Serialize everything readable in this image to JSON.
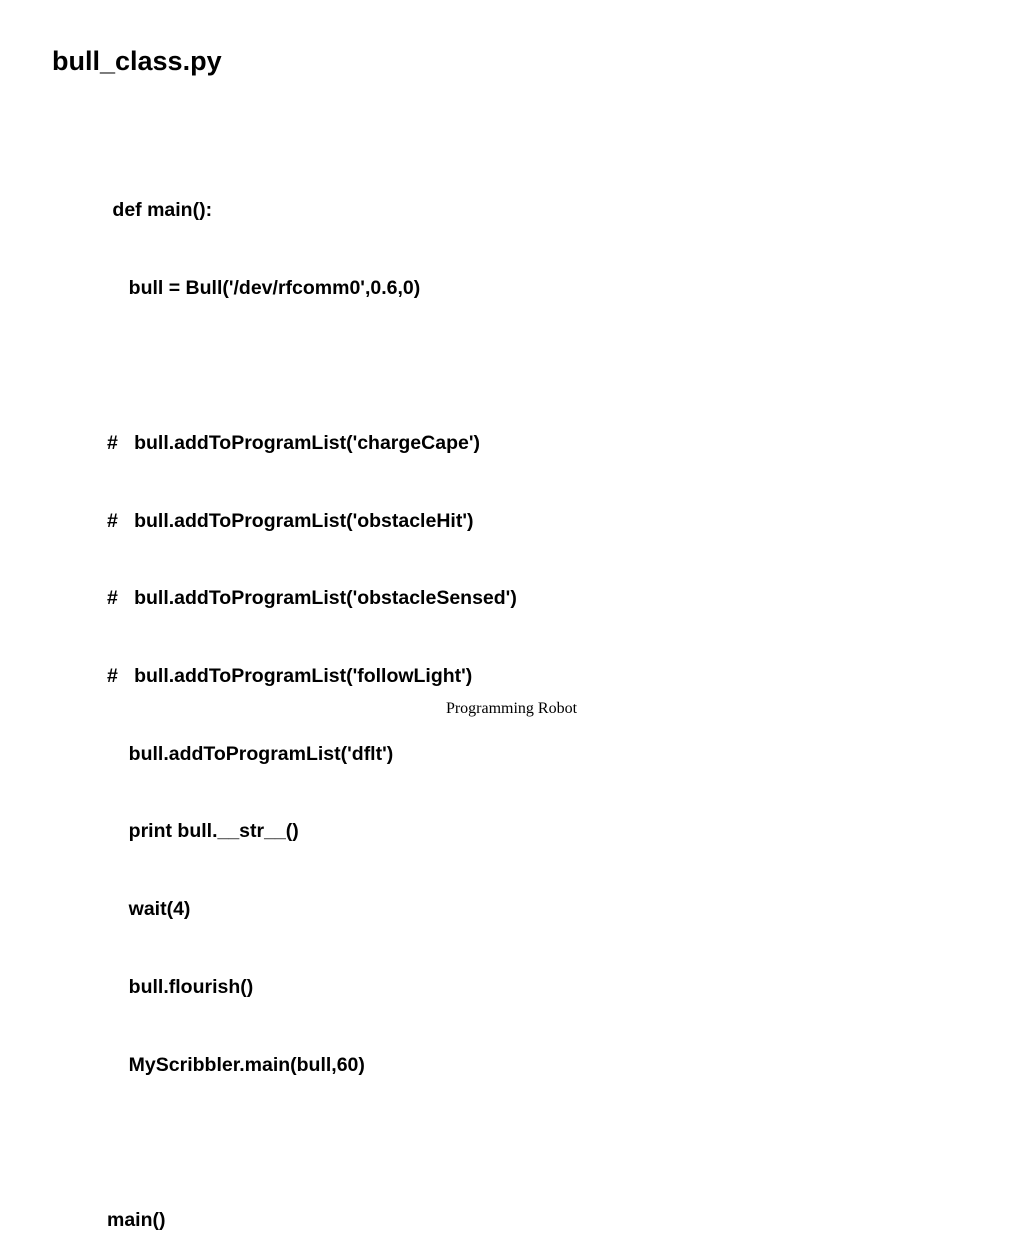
{
  "slide": {
    "title": "bull_class.py",
    "code_lines": [
      " def main():",
      "    bull = Bull('/dev/rfcomm0',0.6,0)",
      "",
      "#   bull.addToProgramList('chargeCape')",
      "#   bull.addToProgramList('obstacleHit')",
      "#   bull.addToProgramList('obstacleSensed')",
      "#   bull.addToProgramList('followLight')",
      "    bull.addToProgramList('dflt')",
      "    print bull.__str__()",
      "    wait(4)",
      "    bull.flourish()",
      "    MyScribbler.main(bull,60)",
      "",
      "main()"
    ],
    "footer": "Programming Robot"
  }
}
